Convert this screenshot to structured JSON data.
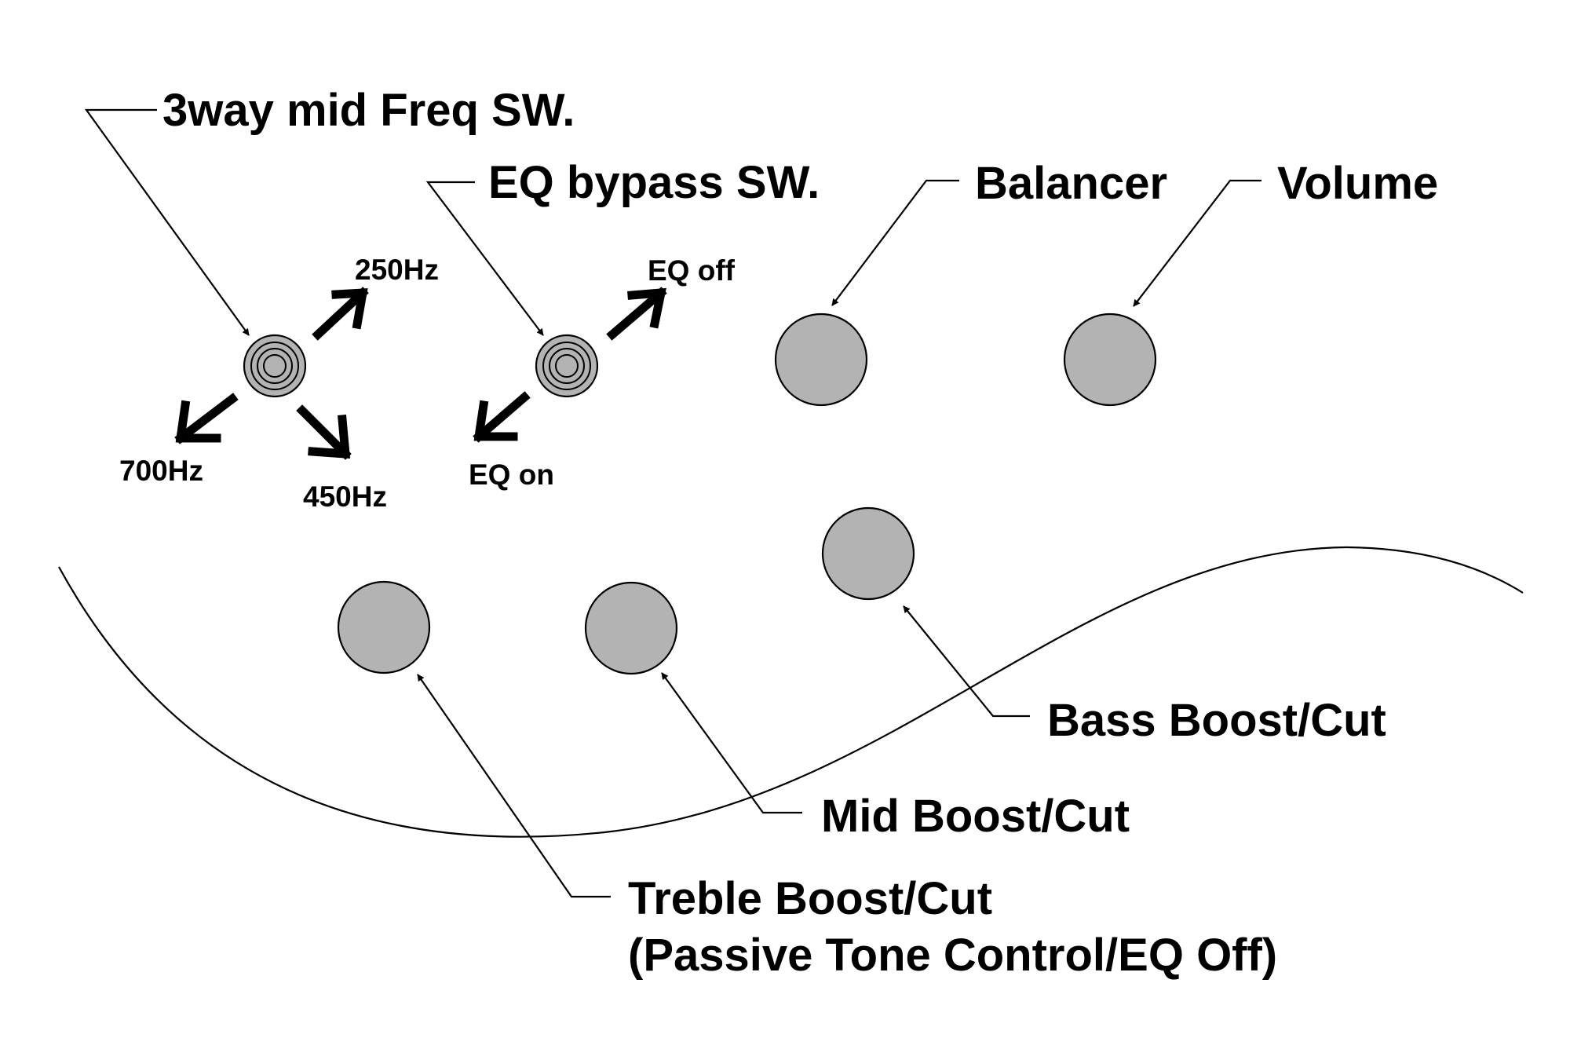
{
  "labels": {
    "freq_switch": "3way mid Freq SW.",
    "bypass_switch": "EQ bypass SW.",
    "balancer": "Balancer",
    "volume": "Volume",
    "bass": "Bass Boost/Cut",
    "mid": "Mid Boost/Cut",
    "treble_line1": "Treble Boost/Cut",
    "treble_line2": "(Passive Tone Control/EQ Off)"
  },
  "freq_positions": {
    "up": "250Hz",
    "down_left": "700Hz",
    "down_right": "450Hz"
  },
  "bypass_positions": {
    "up": "EQ off",
    "down": "EQ on"
  },
  "colors": {
    "knob_fill": "#b3b3b3",
    "ink": "#000000",
    "background": "#ffffff"
  }
}
